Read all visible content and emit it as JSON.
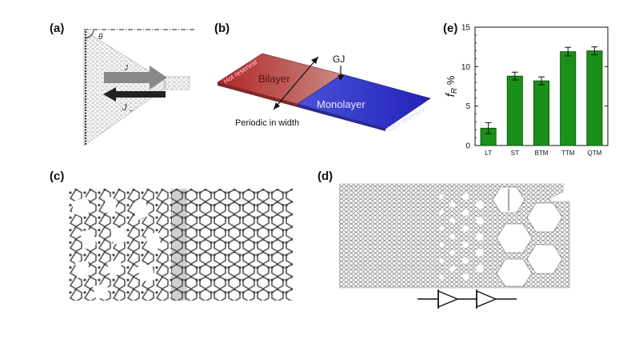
{
  "panels": {
    "a": {
      "label": "(a)",
      "theta": "θ",
      "j_plus": "J",
      "j_minus": "J",
      "j_minus_sub": "−"
    },
    "b": {
      "label": "(b)",
      "bilayer": "Bilayer",
      "monolayer": "Monolayer",
      "gj": "GJ",
      "hot": "Hot reservoir",
      "cold": "Cold reservoir",
      "periodic": "Periodic in width",
      "colors": {
        "hot": "#c0504d",
        "cold": "#3b3bd6"
      }
    },
    "c": {
      "label": "(c)"
    },
    "d": {
      "label": "(d)"
    },
    "e": {
      "label": "(e)"
    }
  },
  "chart_data": {
    "type": "bar",
    "categories": [
      "LT",
      "ST",
      "BTM",
      "TTM",
      "QTM"
    ],
    "values": [
      2.2,
      8.8,
      8.2,
      11.9,
      12.0
    ],
    "errors": [
      0.7,
      0.5,
      0.5,
      0.55,
      0.5
    ],
    "ylim": [
      0,
      15
    ],
    "yticks": [
      0,
      5,
      10,
      15
    ],
    "ylabel": "f_R %",
    "ylabel_main": "f",
    "ylabel_sub": "R",
    "ylabel_unit": "%",
    "bar_color": "#1a8f1a"
  }
}
